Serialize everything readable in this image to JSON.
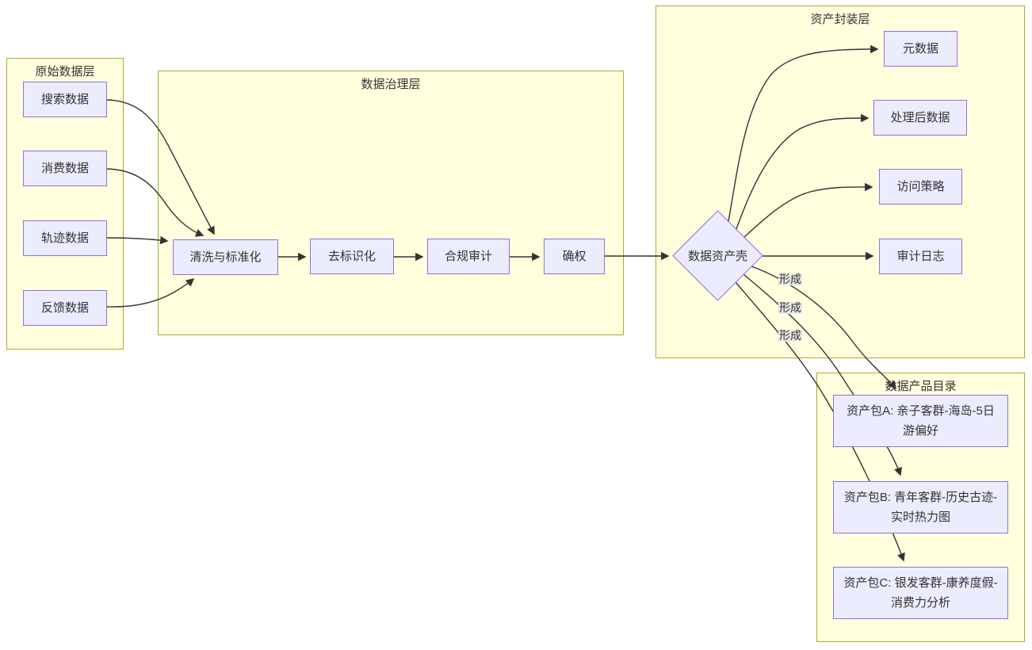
{
  "diagram": {
    "type": "flowchart",
    "colors": {
      "cluster_fill": "#ffffde",
      "cluster_border": "#aaaa33",
      "node_fill": "#ececff",
      "node_border": "#9370db",
      "edge": "#333333",
      "edge_label_bg": "#e8e8e8",
      "text": "#333333"
    },
    "clusters": {
      "raw": {
        "title": "原始数据层"
      },
      "governance": {
        "title": "数据治理层"
      },
      "packaging": {
        "title": "资产封装层"
      },
      "catalog": {
        "title": "数据产品目录"
      }
    },
    "nodes": {
      "search": {
        "label": "搜索数据"
      },
      "consume": {
        "label": "消费数据"
      },
      "track": {
        "label": "轨迹数据"
      },
      "feedback": {
        "label": "反馈数据"
      },
      "clean": {
        "label": "清洗与标准化"
      },
      "deidentify": {
        "label": "去标识化"
      },
      "audit": {
        "label": "合规审计"
      },
      "confirm": {
        "label": "确权"
      },
      "shell": {
        "label": "数据资产壳"
      },
      "metadata": {
        "label": "元数据"
      },
      "processed": {
        "label": "处理后数据"
      },
      "policy": {
        "label": "访问策略"
      },
      "auditlog": {
        "label": "审计日志"
      },
      "packageA": {
        "label": "资产包A: 亲子客群-海岛-5日游偏好"
      },
      "packageB": {
        "label": "资产包B: 青年客群-历史古迹-实时热力图"
      },
      "packageC": {
        "label": "资产包C: 银发客群-康养度假-消费力分析"
      }
    },
    "edge_labels": [
      "形成",
      "形成",
      "形成"
    ]
  }
}
